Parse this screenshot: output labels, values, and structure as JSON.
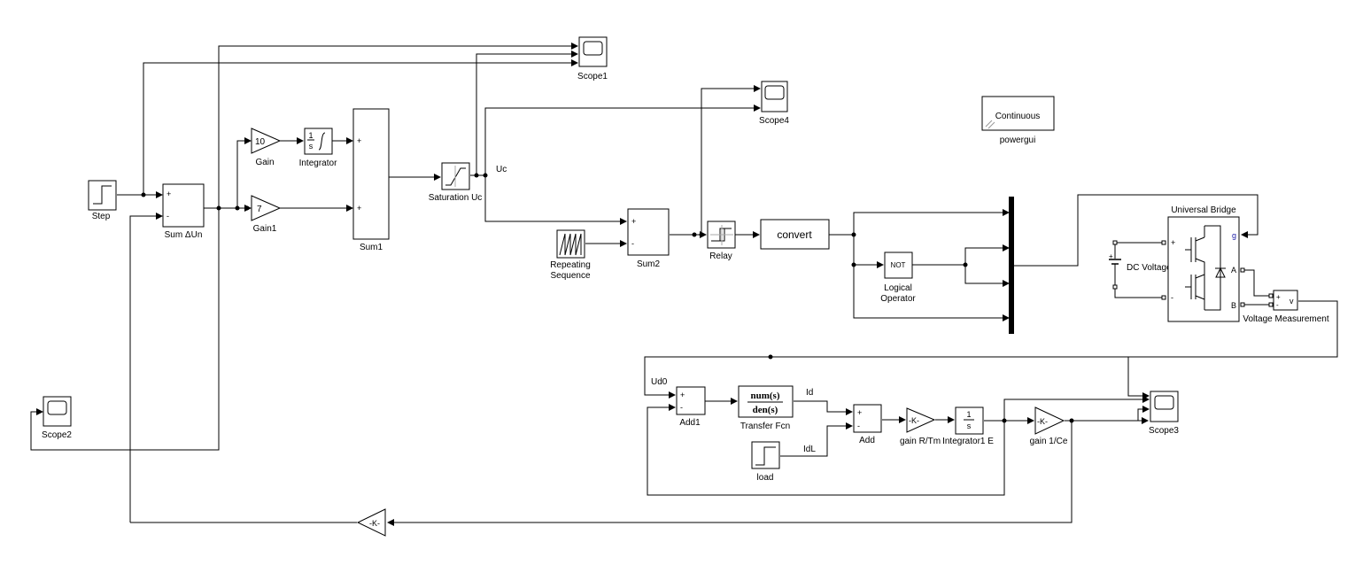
{
  "blocks": {
    "step": "Step",
    "sum_dun": "Sum ΔUn",
    "gain": "Gain",
    "gain_value": "10",
    "gain1": "Gain1",
    "gain1_value": "7",
    "integrator": "Integrator",
    "integrator_num": "1",
    "integrator_den": "s",
    "sum1": "Sum1",
    "saturation": "Saturation Uc",
    "scope1": "Scope1",
    "scope2": "Scope2",
    "scope3": "Scope3",
    "scope4": "Scope4",
    "repeating_sequence_l1": "Repeating",
    "repeating_sequence_l2": "Sequence",
    "sum2": "Sum2",
    "relay": "Relay",
    "convert": "convert",
    "not_text": "NOT",
    "logical_operator_l1": "Logical",
    "logical_operator_l2": "Operator",
    "universal_bridge": "Universal Bridge",
    "dc_source": "DC Voltage Source",
    "voltage_measurement": "Voltage Measurement",
    "powergui_text": "Continuous",
    "powergui": "powergui",
    "add1": "Add1",
    "transfer_fcn": "Transfer Fcn",
    "tf_num": "num(s)",
    "tf_den": "den(s)",
    "add": "Add",
    "load": "load",
    "gain_rtm": "gain R/Tm",
    "integrator1_e": "Integrator1 E",
    "integrator1_num": "1",
    "integrator1_den": "s",
    "gain_1ce": "gain 1/Ce",
    "k_text": "-K-"
  },
  "signals": {
    "uc": "Uc",
    "ud0": "Ud0",
    "id": "Id",
    "idl": "IdL"
  },
  "ports": {
    "plus": "+",
    "minus": "-",
    "g": "g",
    "a": "A",
    "b": "B",
    "v": "v"
  },
  "colors": {
    "powergui_text": "#1a1aa6",
    "bridge_g": "#1a1aa6"
  }
}
